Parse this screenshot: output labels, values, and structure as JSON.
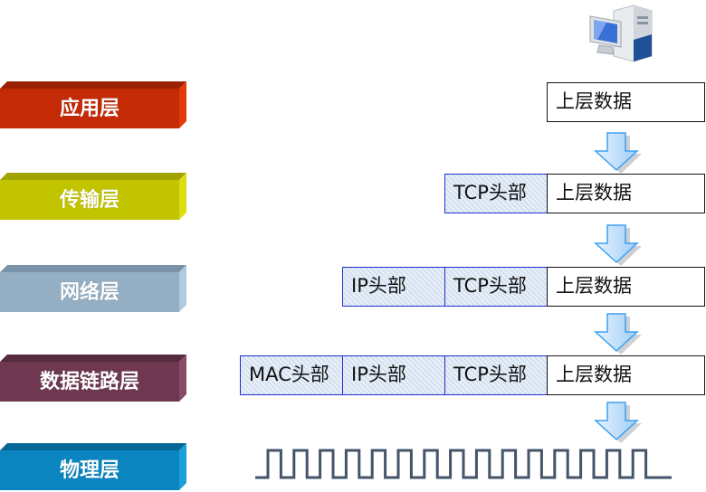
{
  "layers": [
    {
      "label": "应用层",
      "color": "#c42a05",
      "top_color": "#9c2003",
      "side_color": "#e33a0a"
    },
    {
      "label": "传输层",
      "color": "#c2c400",
      "top_color": "#a1a300",
      "side_color": "#dcde10"
    },
    {
      "label": "网络层",
      "color": "#94aec3",
      "top_color": "#7a93a8",
      "side_color": "#b2cade"
    },
    {
      "label": "数据链路层",
      "color": "#6e3850",
      "top_color": "#552b3e",
      "side_color": "#8a4a66"
    },
    {
      "label": "物理层",
      "color": "#0a85bf",
      "top_color": "#066796",
      "side_color": "#1a9fda"
    }
  ],
  "packets": {
    "application": {
      "data": "上层数据"
    },
    "transport": {
      "tcp_header": "TCP头部",
      "data": "上层数据"
    },
    "network": {
      "ip_header": "IP头部",
      "tcp_header": "TCP头部",
      "data": "上层数据"
    },
    "datalink": {
      "mac_header": "MAC头部",
      "ip_header": "IP头部",
      "tcp_header": "TCP头部",
      "data": "上层数据"
    }
  },
  "physical": {
    "signal": "square-wave",
    "pulses": 15,
    "color": "#44546a"
  },
  "icons": {
    "computer": "computer-icon",
    "arrow": "down-arrow-icon"
  },
  "colors": {
    "header_border": "#1f2fd0",
    "header_fill": "#dde8f5",
    "arrow_fill": "#bcdcf8",
    "arrow_border": "#3ea0f0"
  }
}
